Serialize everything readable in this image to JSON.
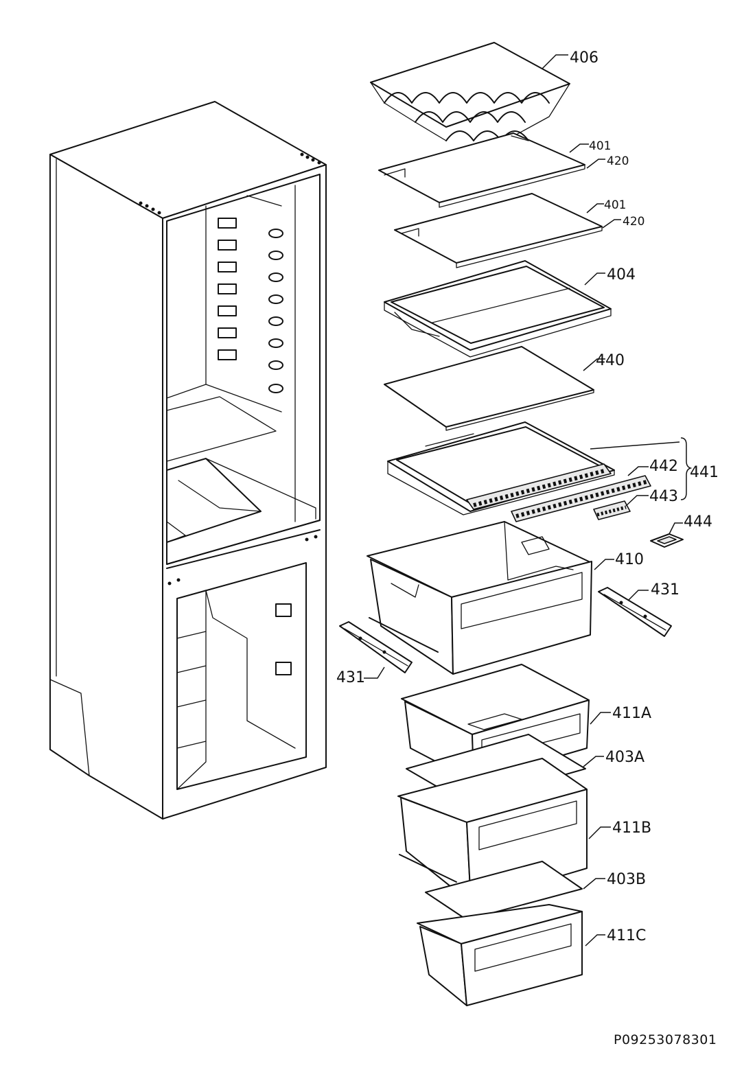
{
  "labels": {
    "l406": "406",
    "l401a": "401",
    "l420a": "420",
    "l401b": "401",
    "l420b": "420",
    "l404": "404",
    "l440": "440",
    "l442": "442",
    "l441": "441",
    "l443": "443",
    "l444": "444",
    "l410": "410",
    "l431r": "431",
    "l431l": "431",
    "l411a": "411A",
    "l403a": "403A",
    "l411b": "411B",
    "l403b": "403B",
    "l411c": "411C"
  },
  "drawing_code": "P09253078301"
}
